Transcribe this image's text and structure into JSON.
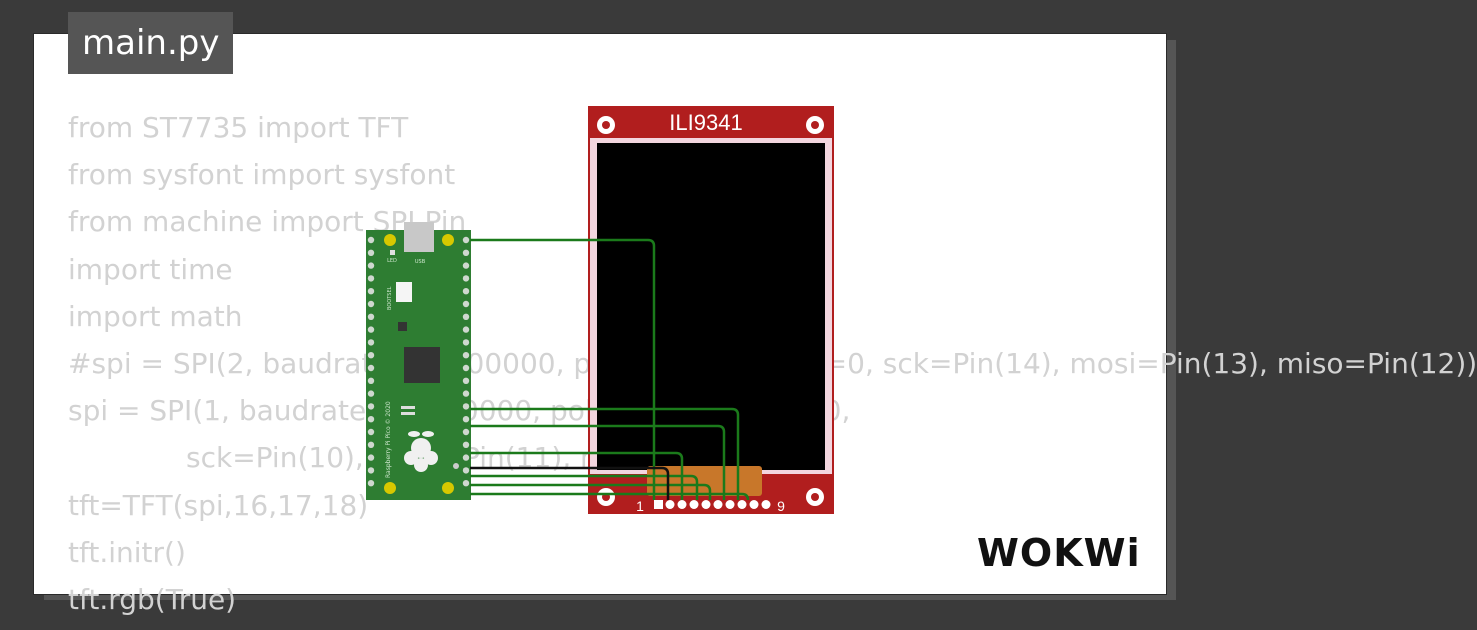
{
  "file": {
    "name": "main.py"
  },
  "code": {
    "lines": [
      "from ST7735 import TFT",
      "from sysfont import sysfont",
      "from machine import SPI,Pin",
      "import time",
      "import math",
      "#spi = SPI(2, baudrate=20000000, polarity=0, phase=0, sck=Pin(14), mosi=Pin(13), miso=Pin(12))",
      "spi = SPI(1, baudrate=20000000, polarity=0, phase=0,",
      "sck=Pin(10), mosi=Pin(11), miso=None)",
      "tft=TFT(spi,16,17,18)",
      "tft.initr()",
      "tft.rgb(True)"
    ]
  },
  "display": {
    "label": "ILI9341",
    "pin_first": "1",
    "pin_last": "9",
    "pcb_color": "#b11e1e",
    "screen_color": "#000000"
  },
  "board": {
    "usb_label": "USB",
    "led_label": "LED",
    "bootsel_label": "BOOTSEL",
    "silk_text": "Raspberry Pi Pico © 2020",
    "pcb_color": "#2e7d32"
  },
  "wires": {
    "color": "#1b7a1b",
    "ground_color": "#111111"
  },
  "brand": {
    "logo_text": "WOKWi"
  }
}
